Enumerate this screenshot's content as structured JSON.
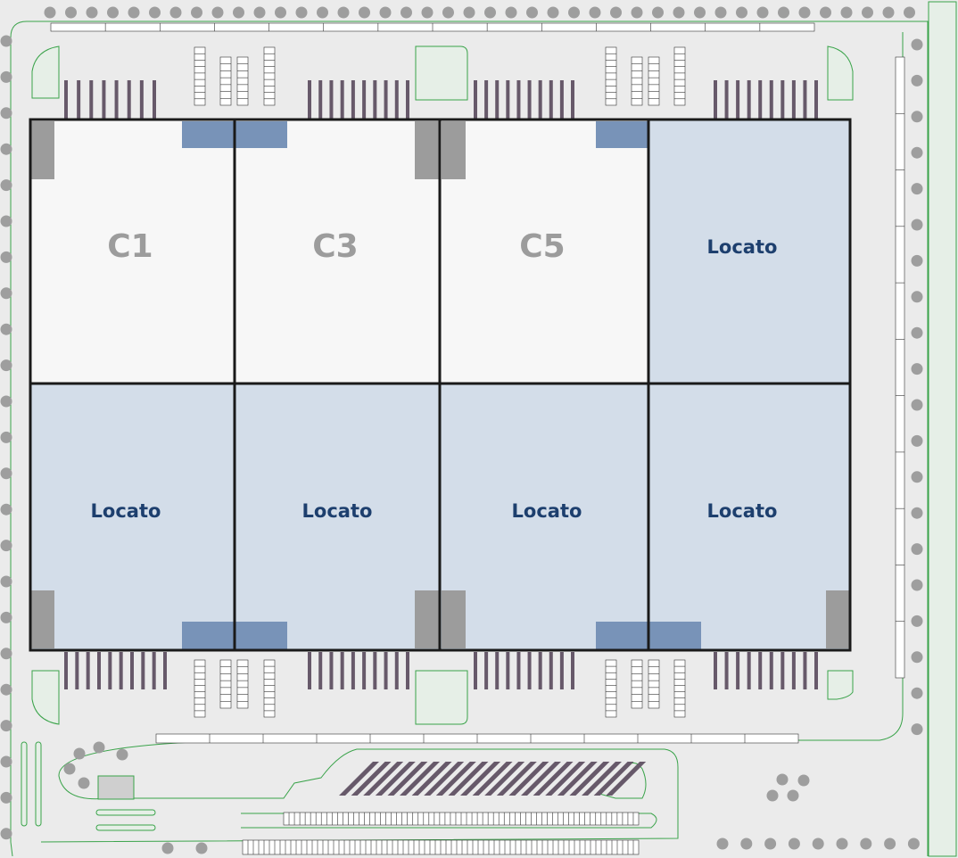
{
  "colors": {
    "background": "#ebebeb",
    "landscape_line": "#3aa34a",
    "landscape_fill": "#e6efe7",
    "tree": "#9e9e9e",
    "leased_unit": "#f7f7f7",
    "available_unit": "#d3dde9",
    "building_outline": "#1a1a1a",
    "dock_doors": "#67596a",
    "dock_high": "#7893b8",
    "office_block": "#9c9c9c",
    "parking_stall": "#ffffff",
    "leased_label": "#9c9c9c",
    "available_label": "#1d3f6e"
  },
  "units": [
    {
      "id": "u1",
      "label": "C1",
      "status": "leased"
    },
    {
      "id": "u2",
      "label": "C3",
      "status": "leased"
    },
    {
      "id": "u3",
      "label": "C5",
      "status": "leased"
    },
    {
      "id": "u4",
      "label": "Locato",
      "status": "available"
    },
    {
      "id": "u5",
      "label": "Locato",
      "status": "available"
    },
    {
      "id": "u6",
      "label": "Locato",
      "status": "available"
    },
    {
      "id": "u7",
      "label": "Locato",
      "status": "available"
    },
    {
      "id": "u8",
      "label": "Locato",
      "status": "available"
    }
  ]
}
